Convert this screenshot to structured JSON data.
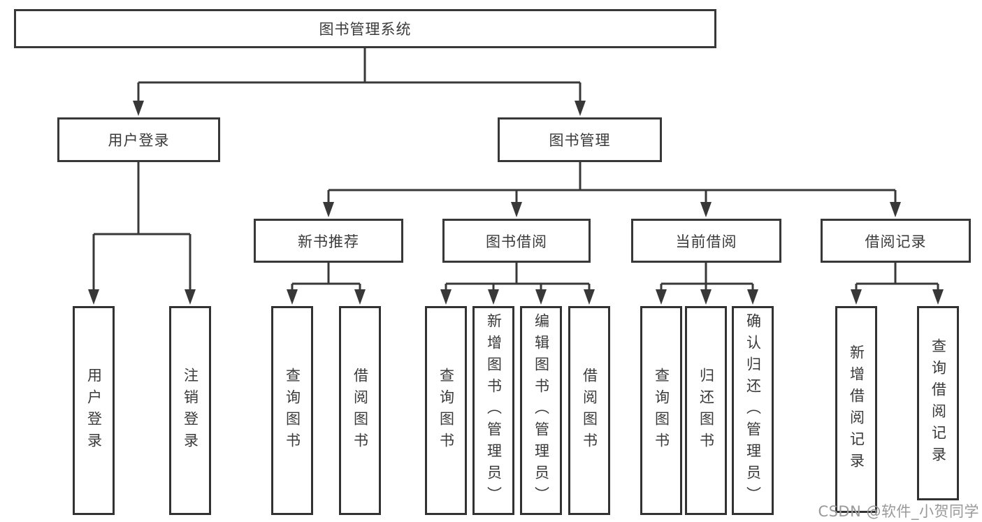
{
  "diagram": {
    "type": "hierarchy-chart",
    "line_color": "#383838",
    "box_background": "#ffffff",
    "text_color": "#3a3a3a",
    "tree": {
      "label": "图书管理系统",
      "children": [
        {
          "label": "用户登录",
          "children": [
            {
              "label": "用户登录"
            },
            {
              "label": "注销登录"
            }
          ]
        },
        {
          "label": "图书管理",
          "children": [
            {
              "label": "新书推荐",
              "children": [
                {
                  "label": "查询图书"
                },
                {
                  "label": "借阅图书"
                }
              ]
            },
            {
              "label": "图书借阅",
              "children": [
                {
                  "label": "查询图书"
                },
                {
                  "label": "新增图书（管理员）"
                },
                {
                  "label": "编辑图书（管理员）"
                },
                {
                  "label": "借阅图书"
                }
              ]
            },
            {
              "label": "当前借阅",
              "children": [
                {
                  "label": "查询图书"
                },
                {
                  "label": "归还图书"
                },
                {
                  "label": "确认归还（管理员）"
                }
              ]
            },
            {
              "label": "借阅记录",
              "children": [
                {
                  "label": "新增借阅记录"
                },
                {
                  "label": "查询借阅记录"
                }
              ]
            }
          ]
        }
      ]
    }
  },
  "watermark": {
    "text": "CSDN @软件_小贺同学",
    "color": "#999999"
  }
}
